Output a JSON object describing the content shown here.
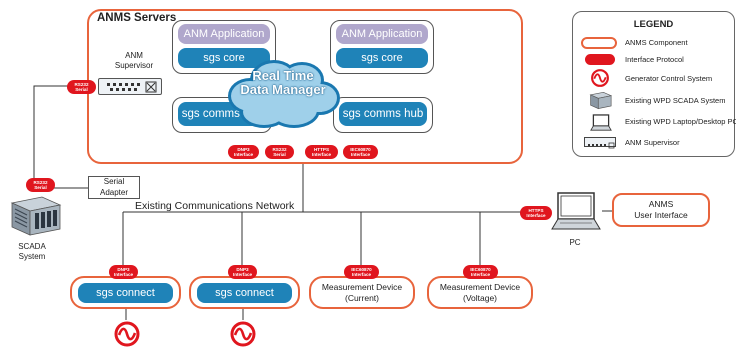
{
  "servers": {
    "title": "ANMS Servers",
    "apps": [
      {
        "app": "ANM Application",
        "core": "sgs core"
      },
      {
        "app": "ANM Application",
        "core": "sgs core"
      }
    ],
    "hubs": [
      "sgs comms hub",
      "sgs comms hub"
    ],
    "cloud": "Real Time\nData Manager",
    "supervisor": "ANM\nSupervisor",
    "interfaces": [
      {
        "top": "DNP3",
        "bottom": "Interface"
      },
      {
        "top": "RS232",
        "bottom": "Serial"
      },
      {
        "top": "HTTPS",
        "bottom": "Interface"
      },
      {
        "top": "IEC60870",
        "bottom": "Interface"
      }
    ],
    "supervisor_interface": {
      "top": "RS232",
      "bottom": "Serial"
    }
  },
  "scada": {
    "label": "SCADA\nSystem",
    "interface": {
      "top": "RS232",
      "bottom": "Serial"
    },
    "adapter": "Serial\nAdapter"
  },
  "network_label": "Existing Communications Network",
  "pc": {
    "label": "PC",
    "interface": {
      "top": "HTTPS",
      "bottom": "Interface"
    },
    "ui": "ANMS\nUser Interface"
  },
  "devices": [
    {
      "interface": {
        "top": "DNP3",
        "bottom": "Interface"
      },
      "label": "sgs connect"
    },
    {
      "interface": {
        "top": "DNP3",
        "bottom": "Interface"
      },
      "label": "sgs connect"
    },
    {
      "interface": {
        "top": "IEC60870",
        "bottom": "Interface"
      },
      "label": "Measurement Device\n(Current)"
    },
    {
      "interface": {
        "top": "IEC60870",
        "bottom": "Interface"
      },
      "label": "Measurement Device\n(Voltage)"
    }
  ],
  "legend": {
    "title": "LEGEND",
    "items": [
      "ANMS Component",
      "Interface Protocol",
      "Generator Control System",
      "Existing WPD SCADA System",
      "Existing WPD Laptop/Desktop PC",
      "ANM Supervisor"
    ]
  },
  "colors": {
    "orange": "#e8643c",
    "red": "#e0161e",
    "blue": "#1f83b8",
    "purple": "#b0a7cc"
  }
}
